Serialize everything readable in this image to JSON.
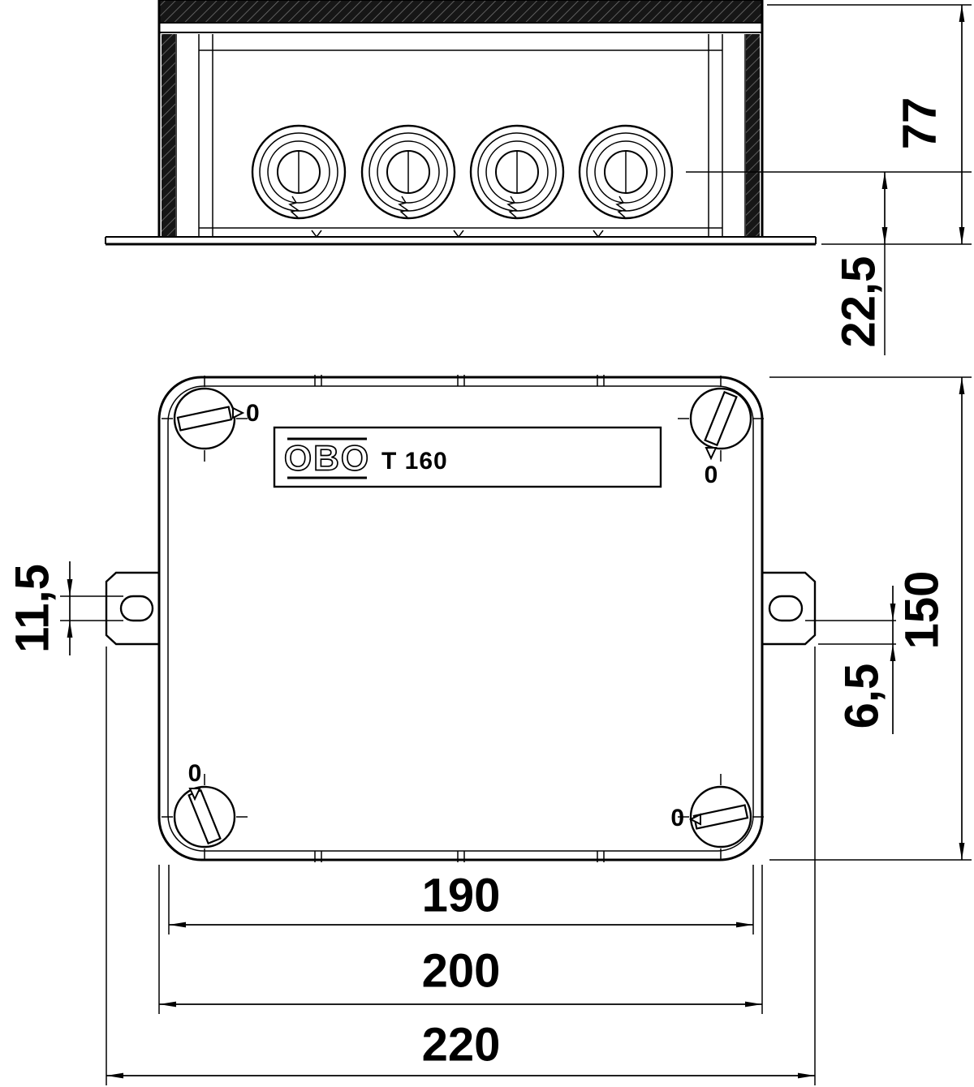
{
  "style": {
    "background": "#ffffff",
    "line_color": "#000000",
    "hatch_dark": "#161616",
    "hatch_light": "#6f6f6f"
  },
  "side_view": {
    "dims": {
      "height": "77",
      "entry_center_to_base": "22,5"
    }
  },
  "front_view": {
    "plate": {
      "brand": "OBO",
      "model": "T 160"
    },
    "screw_mark": "0",
    "dims": {
      "tab_slot": "11,5",
      "box_height": "150",
      "slot_to_edge": "6,5",
      "lid_width": "190",
      "box_width": "200",
      "overall_width": "220"
    }
  }
}
